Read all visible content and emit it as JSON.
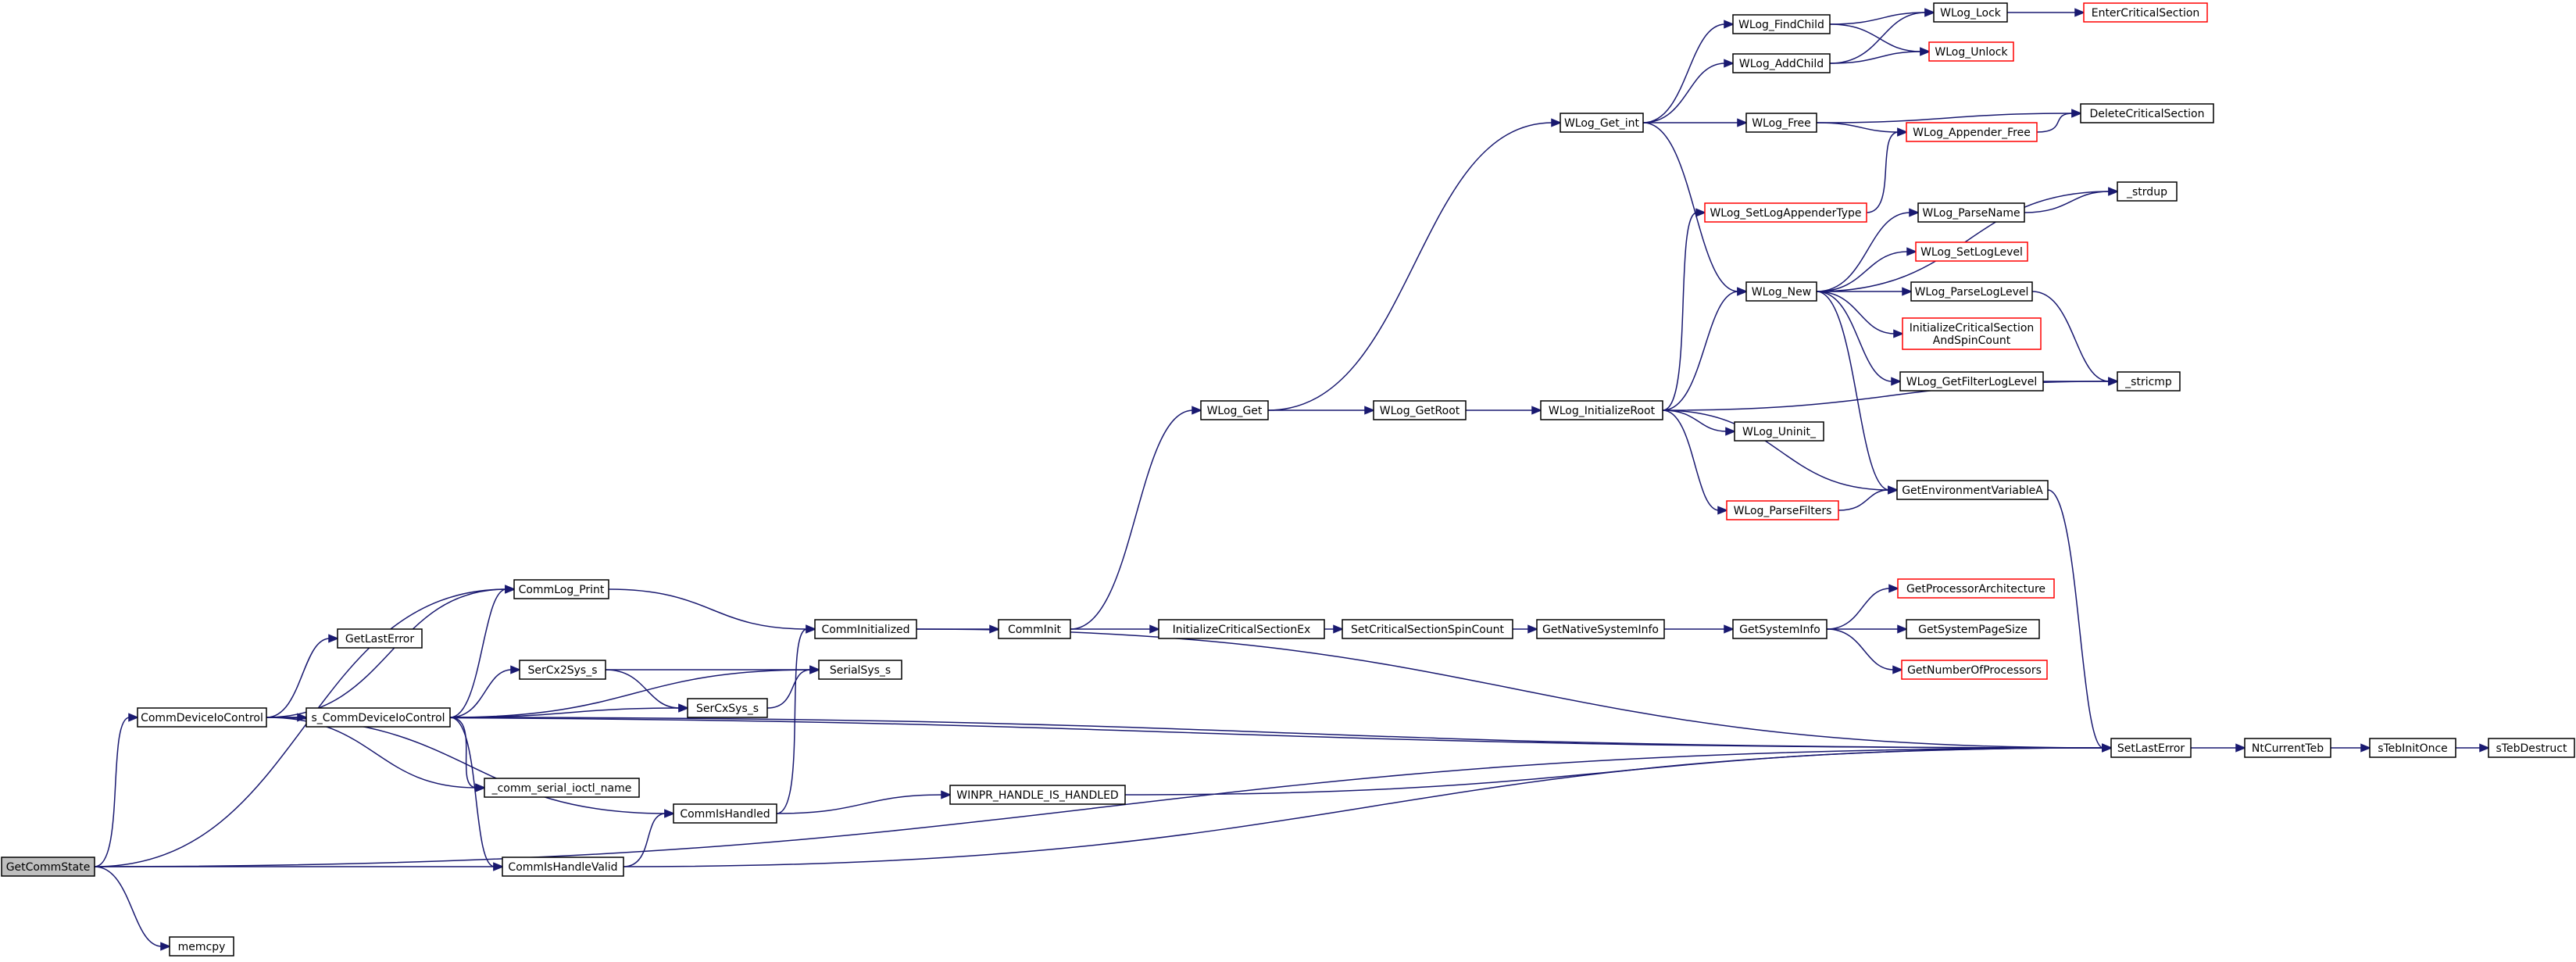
{
  "colors": {
    "edge": "#191970",
    "box_border": "#000000",
    "box_border_truncated": "#ff0000",
    "box_fill": "#ffffff",
    "root_fill": "#bfbfbf",
    "text": "#000000"
  },
  "nodes": [
    {
      "id": "GetCommState",
      "label": [
        "GetCommState"
      ],
      "style": "root"
    },
    {
      "id": "memcpy",
      "label": [
        "memcpy"
      ],
      "style": "normal"
    },
    {
      "id": "CommDeviceIoControl",
      "label": [
        "CommDeviceIoControl"
      ],
      "style": "normal"
    },
    {
      "id": "CommIsHandleValid",
      "label": [
        "CommIsHandleValid"
      ],
      "style": "normal"
    },
    {
      "id": "CommLog_Print",
      "label": [
        "CommLog_Print"
      ],
      "style": "normal"
    },
    {
      "id": "GetLastError",
      "label": [
        "GetLastError"
      ],
      "style": "normal"
    },
    {
      "id": "s_CommDeviceIoControl",
      "label": [
        "s_CommDeviceIoControl"
      ],
      "style": "normal"
    },
    {
      "id": "_comm_serial_ioctl_name",
      "label": [
        "_comm_serial_ioctl_name"
      ],
      "style": "normal"
    },
    {
      "id": "CommIsHandled",
      "label": [
        "CommIsHandled"
      ],
      "style": "normal"
    },
    {
      "id": "SerCx2Sys_s",
      "label": [
        "SerCx2Sys_s"
      ],
      "style": "normal"
    },
    {
      "id": "SerCxSys_s",
      "label": [
        "SerCxSys_s"
      ],
      "style": "normal"
    },
    {
      "id": "SerialSys_s",
      "label": [
        "SerialSys_s"
      ],
      "style": "normal"
    },
    {
      "id": "CommInitialized",
      "label": [
        "CommInitialized"
      ],
      "style": "normal"
    },
    {
      "id": "CommInit",
      "label": [
        "CommInit"
      ],
      "style": "normal"
    },
    {
      "id": "WINPR_HANDLE_IS_HANDLED",
      "label": [
        "WINPR_HANDLE_IS_HANDLED"
      ],
      "style": "normal"
    },
    {
      "id": "InitializeCriticalSectionEx",
      "label": [
        "InitializeCriticalSectionEx"
      ],
      "style": "normal"
    },
    {
      "id": "SetCriticalSectionSpinCount",
      "label": [
        "SetCriticalSectionSpinCount"
      ],
      "style": "normal"
    },
    {
      "id": "GetNativeSystemInfo",
      "label": [
        "GetNativeSystemInfo"
      ],
      "style": "normal"
    },
    {
      "id": "GetSystemInfo",
      "label": [
        "GetSystemInfo"
      ],
      "style": "normal"
    },
    {
      "id": "GetProcessorArchitecture",
      "label": [
        "GetProcessorArchitecture"
      ],
      "style": "truncated"
    },
    {
      "id": "GetSystemPageSize",
      "label": [
        "GetSystemPageSize"
      ],
      "style": "normal"
    },
    {
      "id": "GetNumberOfProcessors",
      "label": [
        "GetNumberOfProcessors"
      ],
      "style": "truncated"
    },
    {
      "id": "WLog_Get",
      "label": [
        "WLog_Get"
      ],
      "style": "normal"
    },
    {
      "id": "WLog_GetRoot",
      "label": [
        "WLog_GetRoot"
      ],
      "style": "normal"
    },
    {
      "id": "WLog_InitializeRoot",
      "label": [
        "WLog_InitializeRoot"
      ],
      "style": "normal"
    },
    {
      "id": "WLog_Get_int",
      "label": [
        "WLog_Get_int"
      ],
      "style": "normal"
    },
    {
      "id": "WLog_FindChild",
      "label": [
        "WLog_FindChild"
      ],
      "style": "normal"
    },
    {
      "id": "WLog_AddChild",
      "label": [
        "WLog_AddChild"
      ],
      "style": "normal"
    },
    {
      "id": "WLog_Free",
      "label": [
        "WLog_Free"
      ],
      "style": "normal"
    },
    {
      "id": "WLog_Lock",
      "label": [
        "WLog_Lock"
      ],
      "style": "normal"
    },
    {
      "id": "WLog_Unlock",
      "label": [
        "WLog_Unlock"
      ],
      "style": "truncated"
    },
    {
      "id": "EnterCriticalSection",
      "label": [
        "EnterCriticalSection"
      ],
      "style": "truncated"
    },
    {
      "id": "WLog_Appender_Free",
      "label": [
        "WLog_Appender_Free"
      ],
      "style": "truncated"
    },
    {
      "id": "DeleteCriticalSection",
      "label": [
        "DeleteCriticalSection"
      ],
      "style": "normal"
    },
    {
      "id": "WLog_SetLogAppenderType",
      "label": [
        "WLog_SetLogAppenderType"
      ],
      "style": "truncated"
    },
    {
      "id": "WLog_New",
      "label": [
        "WLog_New"
      ],
      "style": "normal"
    },
    {
      "id": "WLog_ParseName",
      "label": [
        "WLog_ParseName"
      ],
      "style": "normal"
    },
    {
      "id": "WLog_SetLogLevel",
      "label": [
        "WLog_SetLogLevel"
      ],
      "style": "truncated"
    },
    {
      "id": "WLog_ParseLogLevel",
      "label": [
        "WLog_ParseLogLevel"
      ],
      "style": "normal"
    },
    {
      "id": "InitializeCriticalSectionAndSpinCount",
      "label": [
        "InitializeCriticalSection",
        "AndSpinCount"
      ],
      "style": "truncated"
    },
    {
      "id": "WLog_GetFilterLogLevel",
      "label": [
        "WLog_GetFilterLogLevel"
      ],
      "style": "normal"
    },
    {
      "id": "_strdup",
      "label": [
        "_strdup"
      ],
      "style": "normal"
    },
    {
      "id": "_stricmp",
      "label": [
        "_stricmp"
      ],
      "style": "normal"
    },
    {
      "id": "WLog_Uninit_",
      "label": [
        "WLog_Uninit_"
      ],
      "style": "normal"
    },
    {
      "id": "GetEnvironmentVariableA",
      "label": [
        "GetEnvironmentVariableA"
      ],
      "style": "normal"
    },
    {
      "id": "WLog_ParseFilters",
      "label": [
        "WLog_ParseFilters"
      ],
      "style": "truncated"
    },
    {
      "id": "SetLastError",
      "label": [
        "SetLastError"
      ],
      "style": "normal"
    },
    {
      "id": "NtCurrentTeb",
      "label": [
        "NtCurrentTeb"
      ],
      "style": "normal"
    },
    {
      "id": "sTebInitOnce",
      "label": [
        "sTebInitOnce"
      ],
      "style": "normal"
    },
    {
      "id": "sTebDestruct",
      "label": [
        "sTebDestruct"
      ],
      "style": "normal"
    }
  ],
  "edges": [
    [
      "GetCommState",
      "memcpy"
    ],
    [
      "GetCommState",
      "CommDeviceIoControl"
    ],
    [
      "GetCommState",
      "CommIsHandleValid"
    ],
    [
      "GetCommState",
      "CommLog_Print"
    ],
    [
      "GetCommState",
      "SetLastError"
    ],
    [
      "CommDeviceIoControl",
      "CommLog_Print"
    ],
    [
      "CommDeviceIoControl",
      "GetLastError"
    ],
    [
      "CommDeviceIoControl",
      "s_CommDeviceIoControl"
    ],
    [
      "CommDeviceIoControl",
      "_comm_serial_ioctl_name"
    ],
    [
      "CommDeviceIoControl",
      "CommIsHandled"
    ],
    [
      "CommDeviceIoControl",
      "SetLastError"
    ],
    [
      "s_CommDeviceIoControl",
      "CommLog_Print"
    ],
    [
      "s_CommDeviceIoControl",
      "SerCx2Sys_s"
    ],
    [
      "s_CommDeviceIoControl",
      "SerCxSys_s"
    ],
    [
      "s_CommDeviceIoControl",
      "SerialSys_s"
    ],
    [
      "s_CommDeviceIoControl",
      "_comm_serial_ioctl_name"
    ],
    [
      "s_CommDeviceIoControl",
      "CommIsHandleValid"
    ],
    [
      "s_CommDeviceIoControl",
      "SetLastError"
    ],
    [
      "SerCx2Sys_s",
      "SerCxSys_s"
    ],
    [
      "SerCx2Sys_s",
      "SerialSys_s"
    ],
    [
      "SerCxSys_s",
      "SerialSys_s"
    ],
    [
      "CommIsHandleValid",
      "CommIsHandled"
    ],
    [
      "CommIsHandleValid",
      "SetLastError"
    ],
    [
      "CommIsHandled",
      "CommInitialized"
    ],
    [
      "CommIsHandled",
      "WINPR_HANDLE_IS_HANDLED"
    ],
    [
      "CommLog_Print",
      "CommInitialized"
    ],
    [
      "CommInitialized",
      "CommInit"
    ],
    [
      "CommInitialized",
      "SetLastError"
    ],
    [
      "CommInit",
      "InitializeCriticalSectionEx"
    ],
    [
      "CommInit",
      "WLog_Get"
    ],
    [
      "WINPR_HANDLE_IS_HANDLED",
      "SetLastError"
    ],
    [
      "InitializeCriticalSectionEx",
      "SetCriticalSectionSpinCount"
    ],
    [
      "SetCriticalSectionSpinCount",
      "GetNativeSystemInfo"
    ],
    [
      "GetNativeSystemInfo",
      "GetSystemInfo"
    ],
    [
      "GetSystemInfo",
      "GetProcessorArchitecture"
    ],
    [
      "GetSystemInfo",
      "GetSystemPageSize"
    ],
    [
      "GetSystemInfo",
      "GetNumberOfProcessors"
    ],
    [
      "WLog_Get",
      "WLog_GetRoot"
    ],
    [
      "WLog_Get",
      "WLog_Get_int"
    ],
    [
      "WLog_GetRoot",
      "WLog_InitializeRoot"
    ],
    [
      "WLog_InitializeRoot",
      "WLog_SetLogAppenderType"
    ],
    [
      "WLog_InitializeRoot",
      "WLog_New"
    ],
    [
      "WLog_InitializeRoot",
      "_stricmp"
    ],
    [
      "WLog_InitializeRoot",
      "WLog_Uninit_"
    ],
    [
      "WLog_InitializeRoot",
      "GetEnvironmentVariableA"
    ],
    [
      "WLog_InitializeRoot",
      "WLog_ParseFilters"
    ],
    [
      "WLog_Get_int",
      "WLog_FindChild"
    ],
    [
      "WLog_Get_int",
      "WLog_AddChild"
    ],
    [
      "WLog_Get_int",
      "WLog_Free"
    ],
    [
      "WLog_Get_int",
      "WLog_New"
    ],
    [
      "WLog_FindChild",
      "WLog_Lock"
    ],
    [
      "WLog_FindChild",
      "WLog_Unlock"
    ],
    [
      "WLog_AddChild",
      "WLog_Lock"
    ],
    [
      "WLog_AddChild",
      "WLog_Unlock"
    ],
    [
      "WLog_Lock",
      "EnterCriticalSection"
    ],
    [
      "WLog_Free",
      "WLog_Appender_Free"
    ],
    [
      "WLog_Free",
      "DeleteCriticalSection"
    ],
    [
      "WLog_Appender_Free",
      "DeleteCriticalSection"
    ],
    [
      "WLog_SetLogAppenderType",
      "WLog_Appender_Free"
    ],
    [
      "WLog_New",
      "_strdup"
    ],
    [
      "WLog_New",
      "WLog_ParseName"
    ],
    [
      "WLog_New",
      "WLog_SetLogLevel"
    ],
    [
      "WLog_New",
      "WLog_ParseLogLevel"
    ],
    [
      "WLog_New",
      "InitializeCriticalSectionAndSpinCount"
    ],
    [
      "WLog_New",
      "WLog_GetFilterLogLevel"
    ],
    [
      "WLog_New",
      "GetEnvironmentVariableA"
    ],
    [
      "WLog_ParseName",
      "_strdup"
    ],
    [
      "WLog_ParseLogLevel",
      "_stricmp"
    ],
    [
      "WLog_GetFilterLogLevel",
      "_stricmp"
    ],
    [
      "WLog_ParseFilters",
      "GetEnvironmentVariableA"
    ],
    [
      "GetEnvironmentVariableA",
      "SetLastError"
    ],
    [
      "SetLastError",
      "NtCurrentTeb"
    ],
    [
      "NtCurrentTeb",
      "sTebInitOnce"
    ],
    [
      "sTebInitOnce",
      "sTebDestruct"
    ]
  ]
}
